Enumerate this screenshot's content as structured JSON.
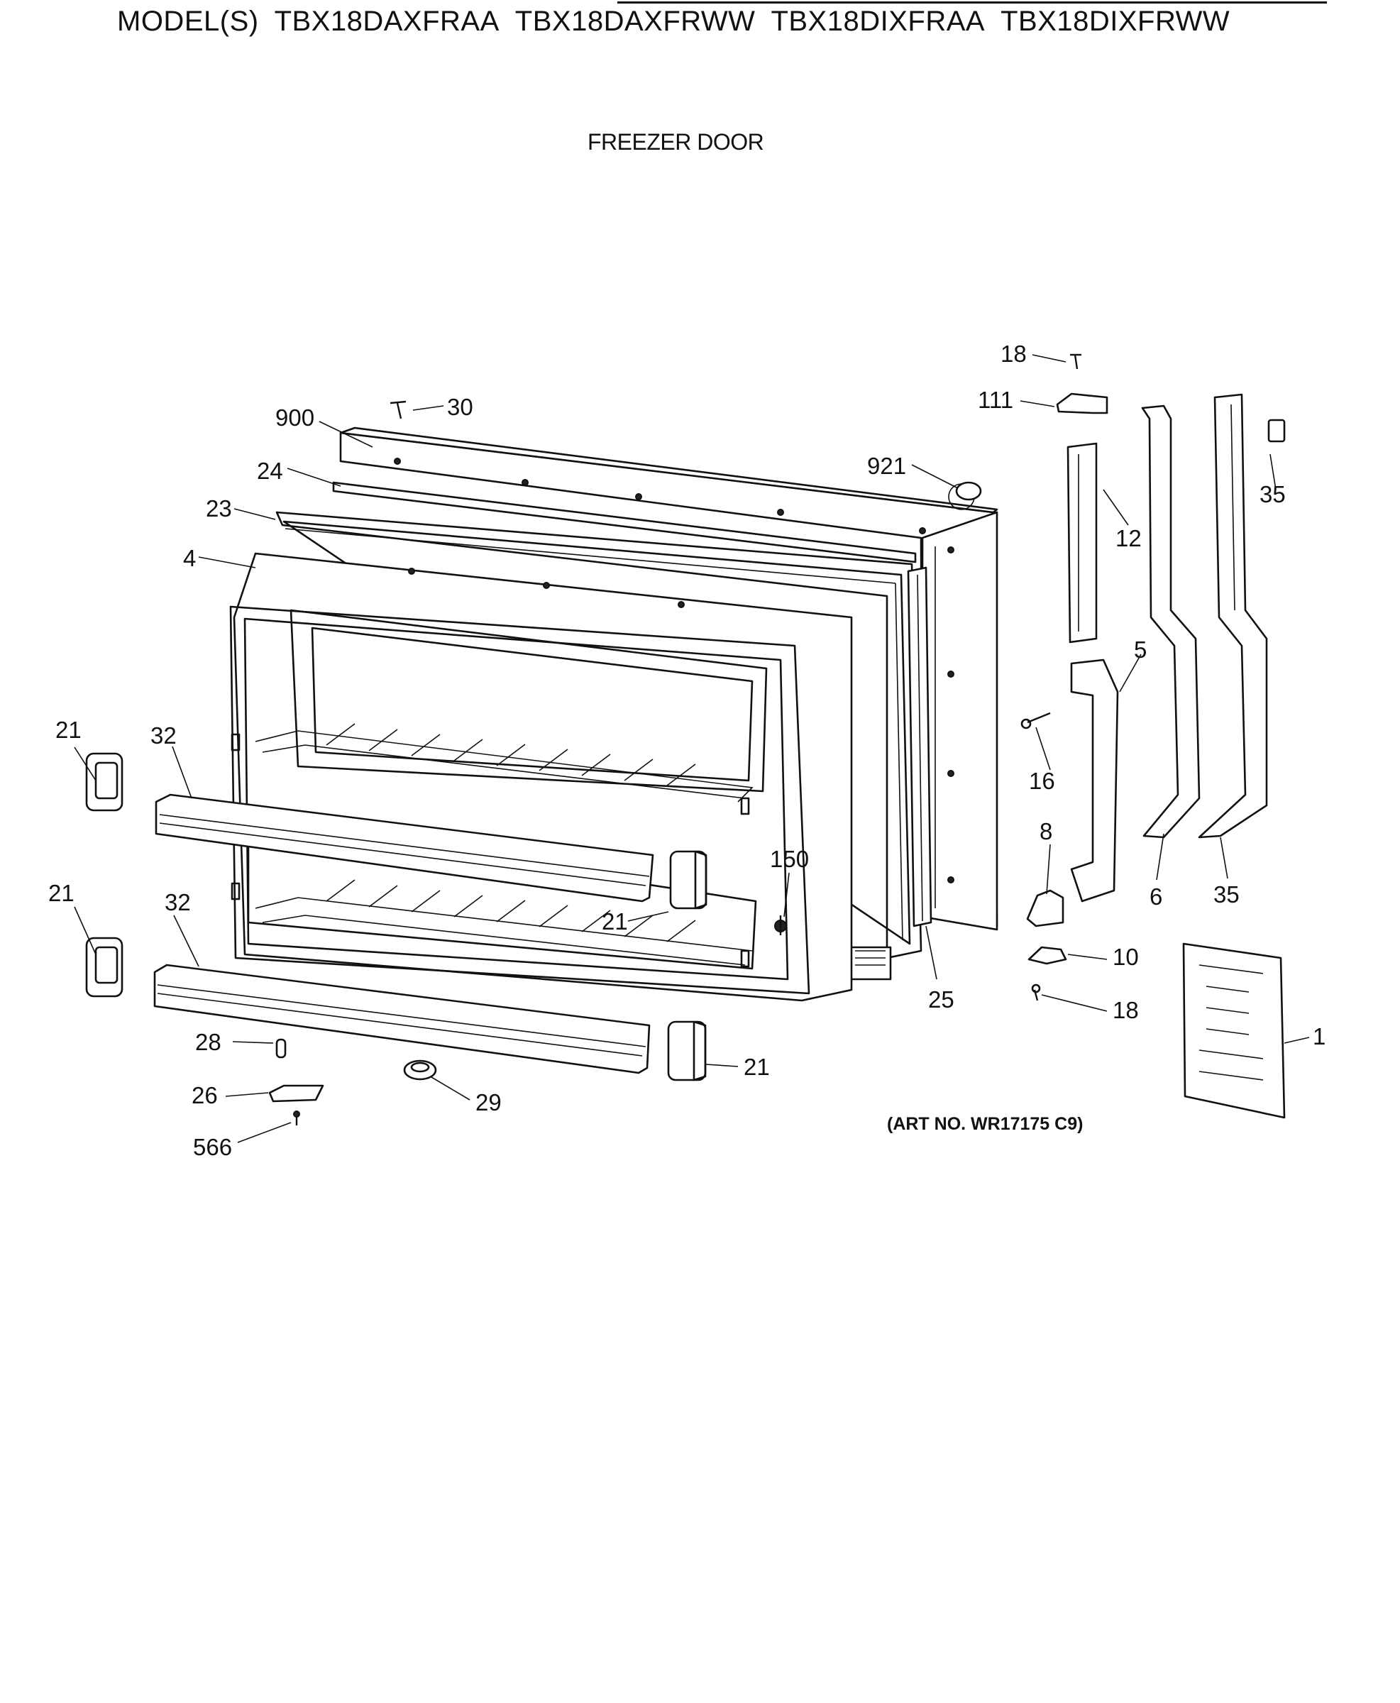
{
  "header": {
    "models_prefix": "MODEL(S)",
    "models": [
      "TBX18DAXFRAA",
      "TBX18DAXFRWW",
      "TBX18DIXFRAA",
      "TBX18DIXFRWW"
    ]
  },
  "section_title": "FREEZER DOOR",
  "art_number": "(ART NO. WR17175 C9)",
  "callouts": {
    "p18_top": "18",
    "p111": "111",
    "p900": "900",
    "p30": "30",
    "p921": "921",
    "p35_top": "35",
    "p24": "24",
    "p12": "12",
    "p23": "23",
    "p4": "4",
    "p5": "5",
    "p21_upper_left": "21",
    "p32_upper": "32",
    "p16": "16",
    "p8": "8",
    "p150": "150",
    "p6": "6",
    "p35_bottom": "35",
    "p21_lower_left": "21",
    "p32_lower": "32",
    "p21_mid": "21",
    "p10": "10",
    "p25": "25",
    "p18_bottom": "18",
    "p1": "1",
    "p28": "28",
    "p21_bottom": "21",
    "p26": "26",
    "p29": "29",
    "p566": "566"
  }
}
